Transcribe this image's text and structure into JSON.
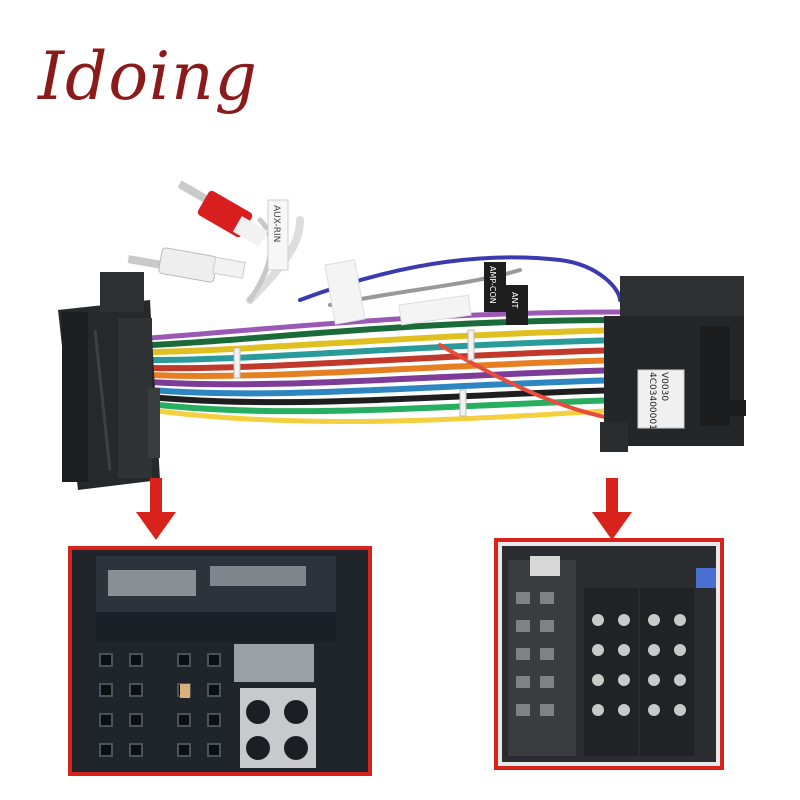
{
  "brand": {
    "name": "Idoing",
    "color": "#8b1a1a"
  },
  "cable_labels": {
    "aux": "AUX-RIN",
    "amp": "AMP-CON",
    "ant": "ANT",
    "sticker_line1": "V0030",
    "sticker_line2": "4C03400001"
  },
  "colors": {
    "arrow": "#d8231c",
    "frame": "#d8231c",
    "connector": "#222528"
  }
}
